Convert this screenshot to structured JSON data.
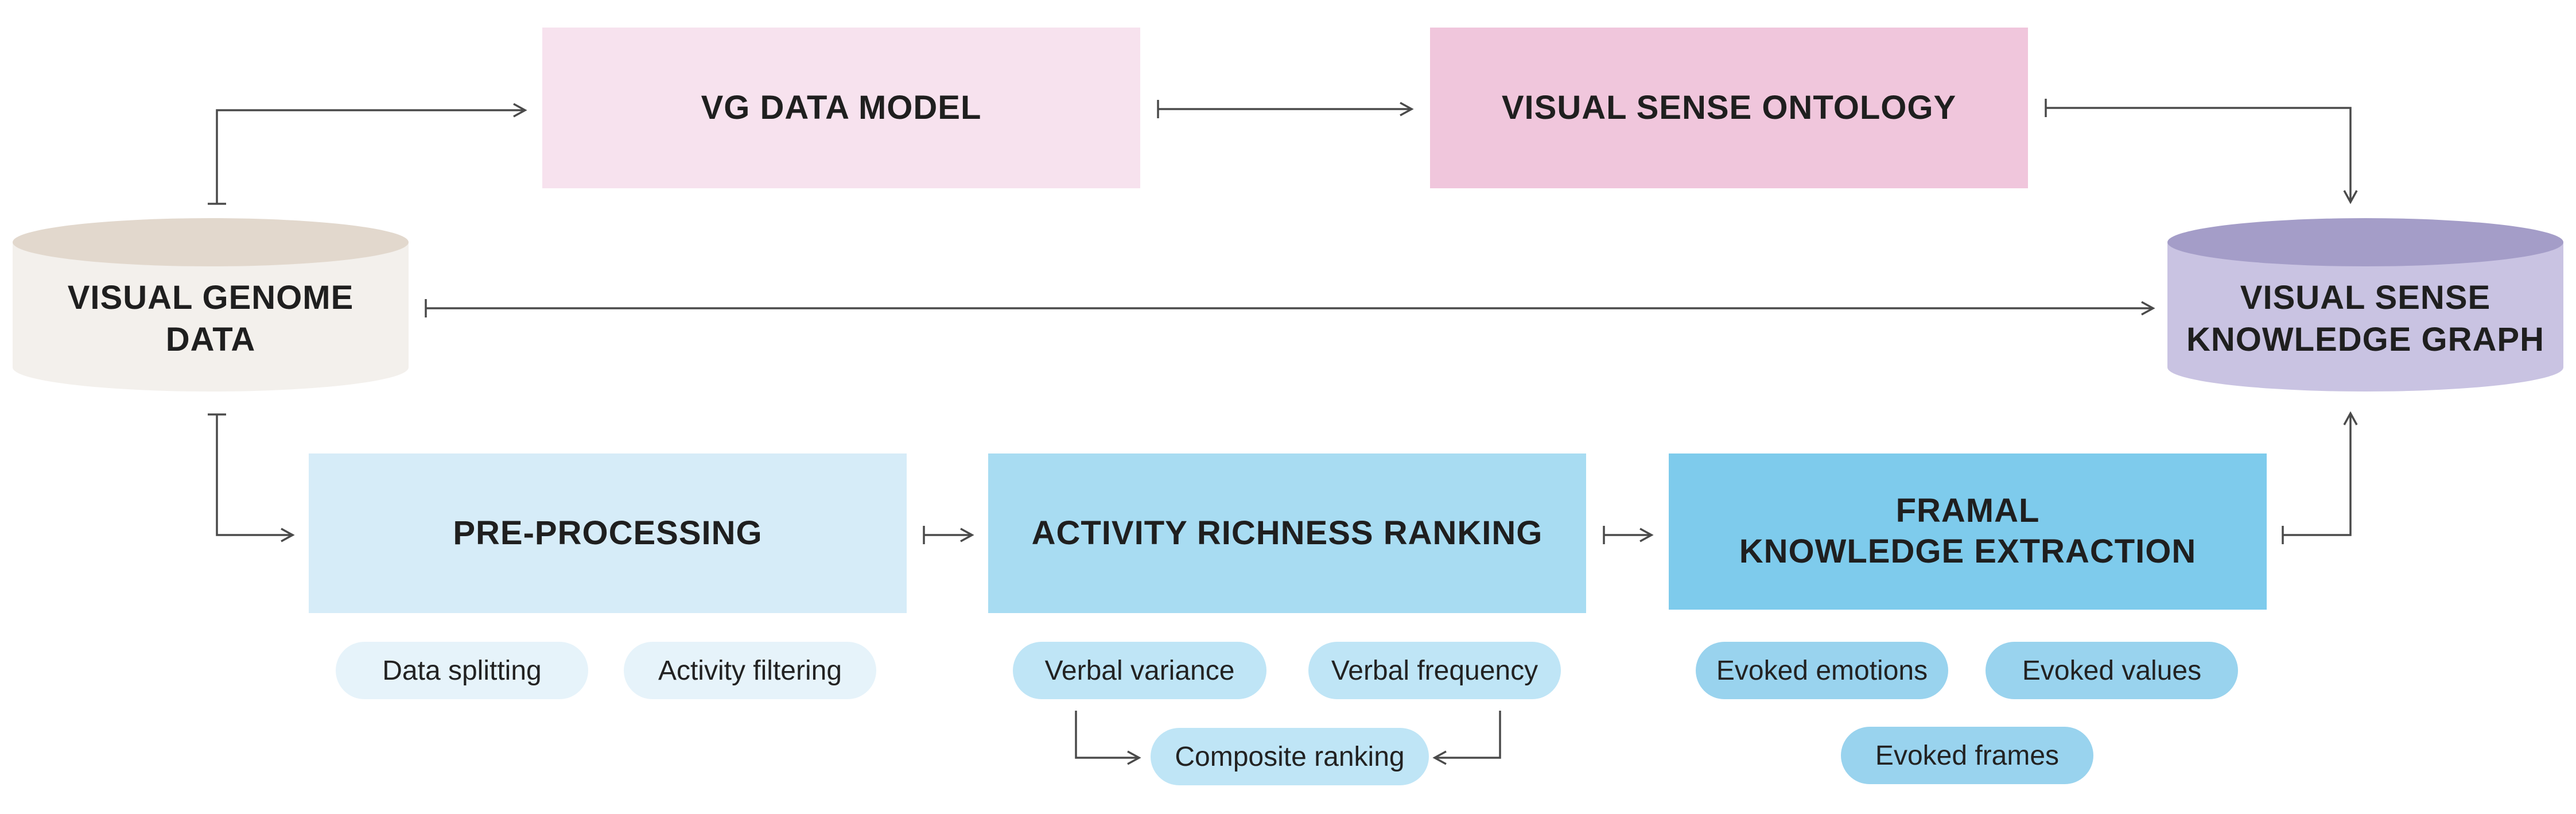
{
  "nodes": {
    "vg_data_model": "VG DATA MODEL",
    "visual_sense_ontology": "VISUAL SENSE ONTOLOGY",
    "visual_genome_data": "VISUAL GENOME\nDATA",
    "visual_sense_kg": "VISUAL SENSE\nKNOWLEDGE GRAPH",
    "pre_processing": "PRE-PROCESSING",
    "activity_richness_ranking": "ACTIVITY RICHNESS RANKING",
    "framal_knowledge_extraction": "FRAMAL\nKNOWLEDGE EXTRACTION"
  },
  "pills": {
    "data_splitting": "Data splitting",
    "activity_filtering": "Activity filtering",
    "verbal_variance": "Verbal variance",
    "verbal_frequency": "Verbal frequency",
    "composite_ranking": "Composite ranking",
    "evoked_emotions": "Evoked emotions",
    "evoked_values": "Evoked values",
    "evoked_frames": "Evoked frames"
  },
  "colors": {
    "vg_data_model_fill": "#f7e2ee",
    "ontology_fill": "#f0c6dc",
    "genome_body": "#f3f0ec",
    "genome_top": "#e2d8cd",
    "kg_body": "#c9c3e2",
    "kg_top": "#a49dc8",
    "preprocessing_fill": "#d6ecf8",
    "ranking_fill": "#a8dcf2",
    "extraction_fill": "#7ecbec",
    "pill_light": "#e6f3fa",
    "pill_mid": "#bfe5f6",
    "pill_dark": "#99d3ee",
    "arrow": "#4a4a4a"
  }
}
